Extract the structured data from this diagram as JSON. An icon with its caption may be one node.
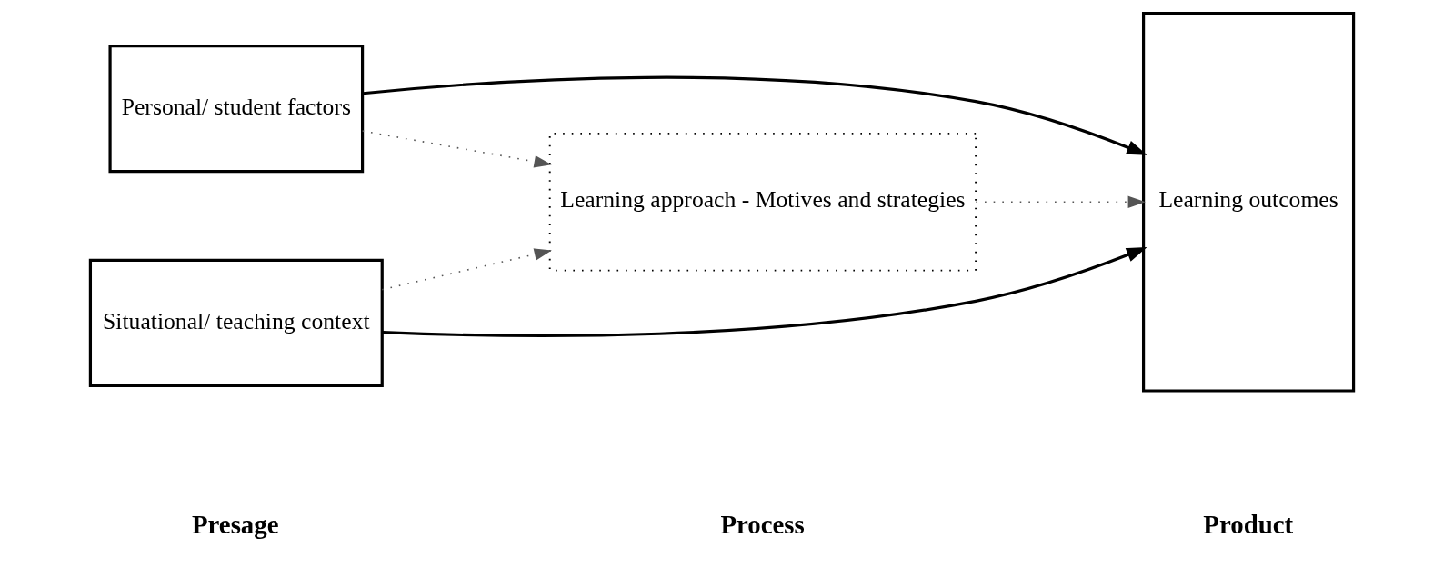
{
  "diagram": {
    "nodes": [
      {
        "text": [
          "Personal/ student factors"
        ]
      },
      {
        "text": [
          "Situational/ teaching context"
        ]
      },
      {
        "text": [
          "Learning approach - Motives and strategies"
        ]
      },
      {
        "text": [
          "Learning outcomes"
        ]
      }
    ],
    "edges": [
      {
        "from": 0,
        "to": 3,
        "arrow": "to"
      },
      {
        "from": 0,
        "to": 2,
        "arrow": "to",
        "style": "dashed"
      },
      {
        "from": 1,
        "to": 2,
        "arrow": "to",
        "style": "dashed"
      },
      {
        "from": 2,
        "to": 3,
        "arrow": "to",
        "style": "dashed"
      },
      {
        "from": 1,
        "to": 3,
        "arrow": "to"
      }
    ],
    "labels": [
      "Presage",
      "Process",
      "Product"
    ]
  }
}
